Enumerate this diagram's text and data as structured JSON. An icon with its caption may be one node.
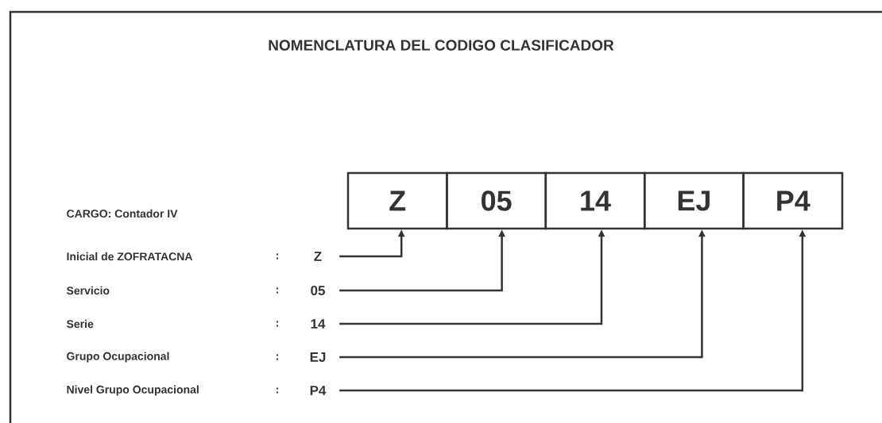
{
  "diagram": {
    "title": "NOMENCLATURA DEL CODIGO CLASIFICADOR",
    "nodes": [
      {
        "text": [
          "Z"
        ]
      },
      {
        "text": [
          "05"
        ]
      },
      {
        "text": [
          "14"
        ]
      },
      {
        "text": [
          "EJ"
        ]
      },
      {
        "text": [
          "P4"
        ]
      },
      {
        "text": [
          "Z"
        ]
      },
      {
        "text": [
          "05"
        ]
      },
      {
        "text": [
          "14"
        ]
      },
      {
        "text": [
          "EJ"
        ]
      },
      {
        "text": [
          "P4"
        ]
      }
    ],
    "edges": [
      {
        "from": 5,
        "to": 0,
        "arrow": "to"
      },
      {
        "from": 6,
        "to": 1,
        "arrow": "to"
      },
      {
        "from": 7,
        "to": 2,
        "arrow": "to"
      },
      {
        "from": 8,
        "to": 3,
        "arrow": "to"
      },
      {
        "from": 9,
        "to": 4,
        "arrow": "to"
      }
    ],
    "labels": [
      "CARGO: Contador IV",
      "Inicial de ZOFRATACNA",
      ":",
      "Servicio",
      ":",
      "Serie",
      ":",
      "Grupo Ocupacional",
      ":",
      "Nivel Grupo Ocupacional",
      ":"
    ]
  }
}
